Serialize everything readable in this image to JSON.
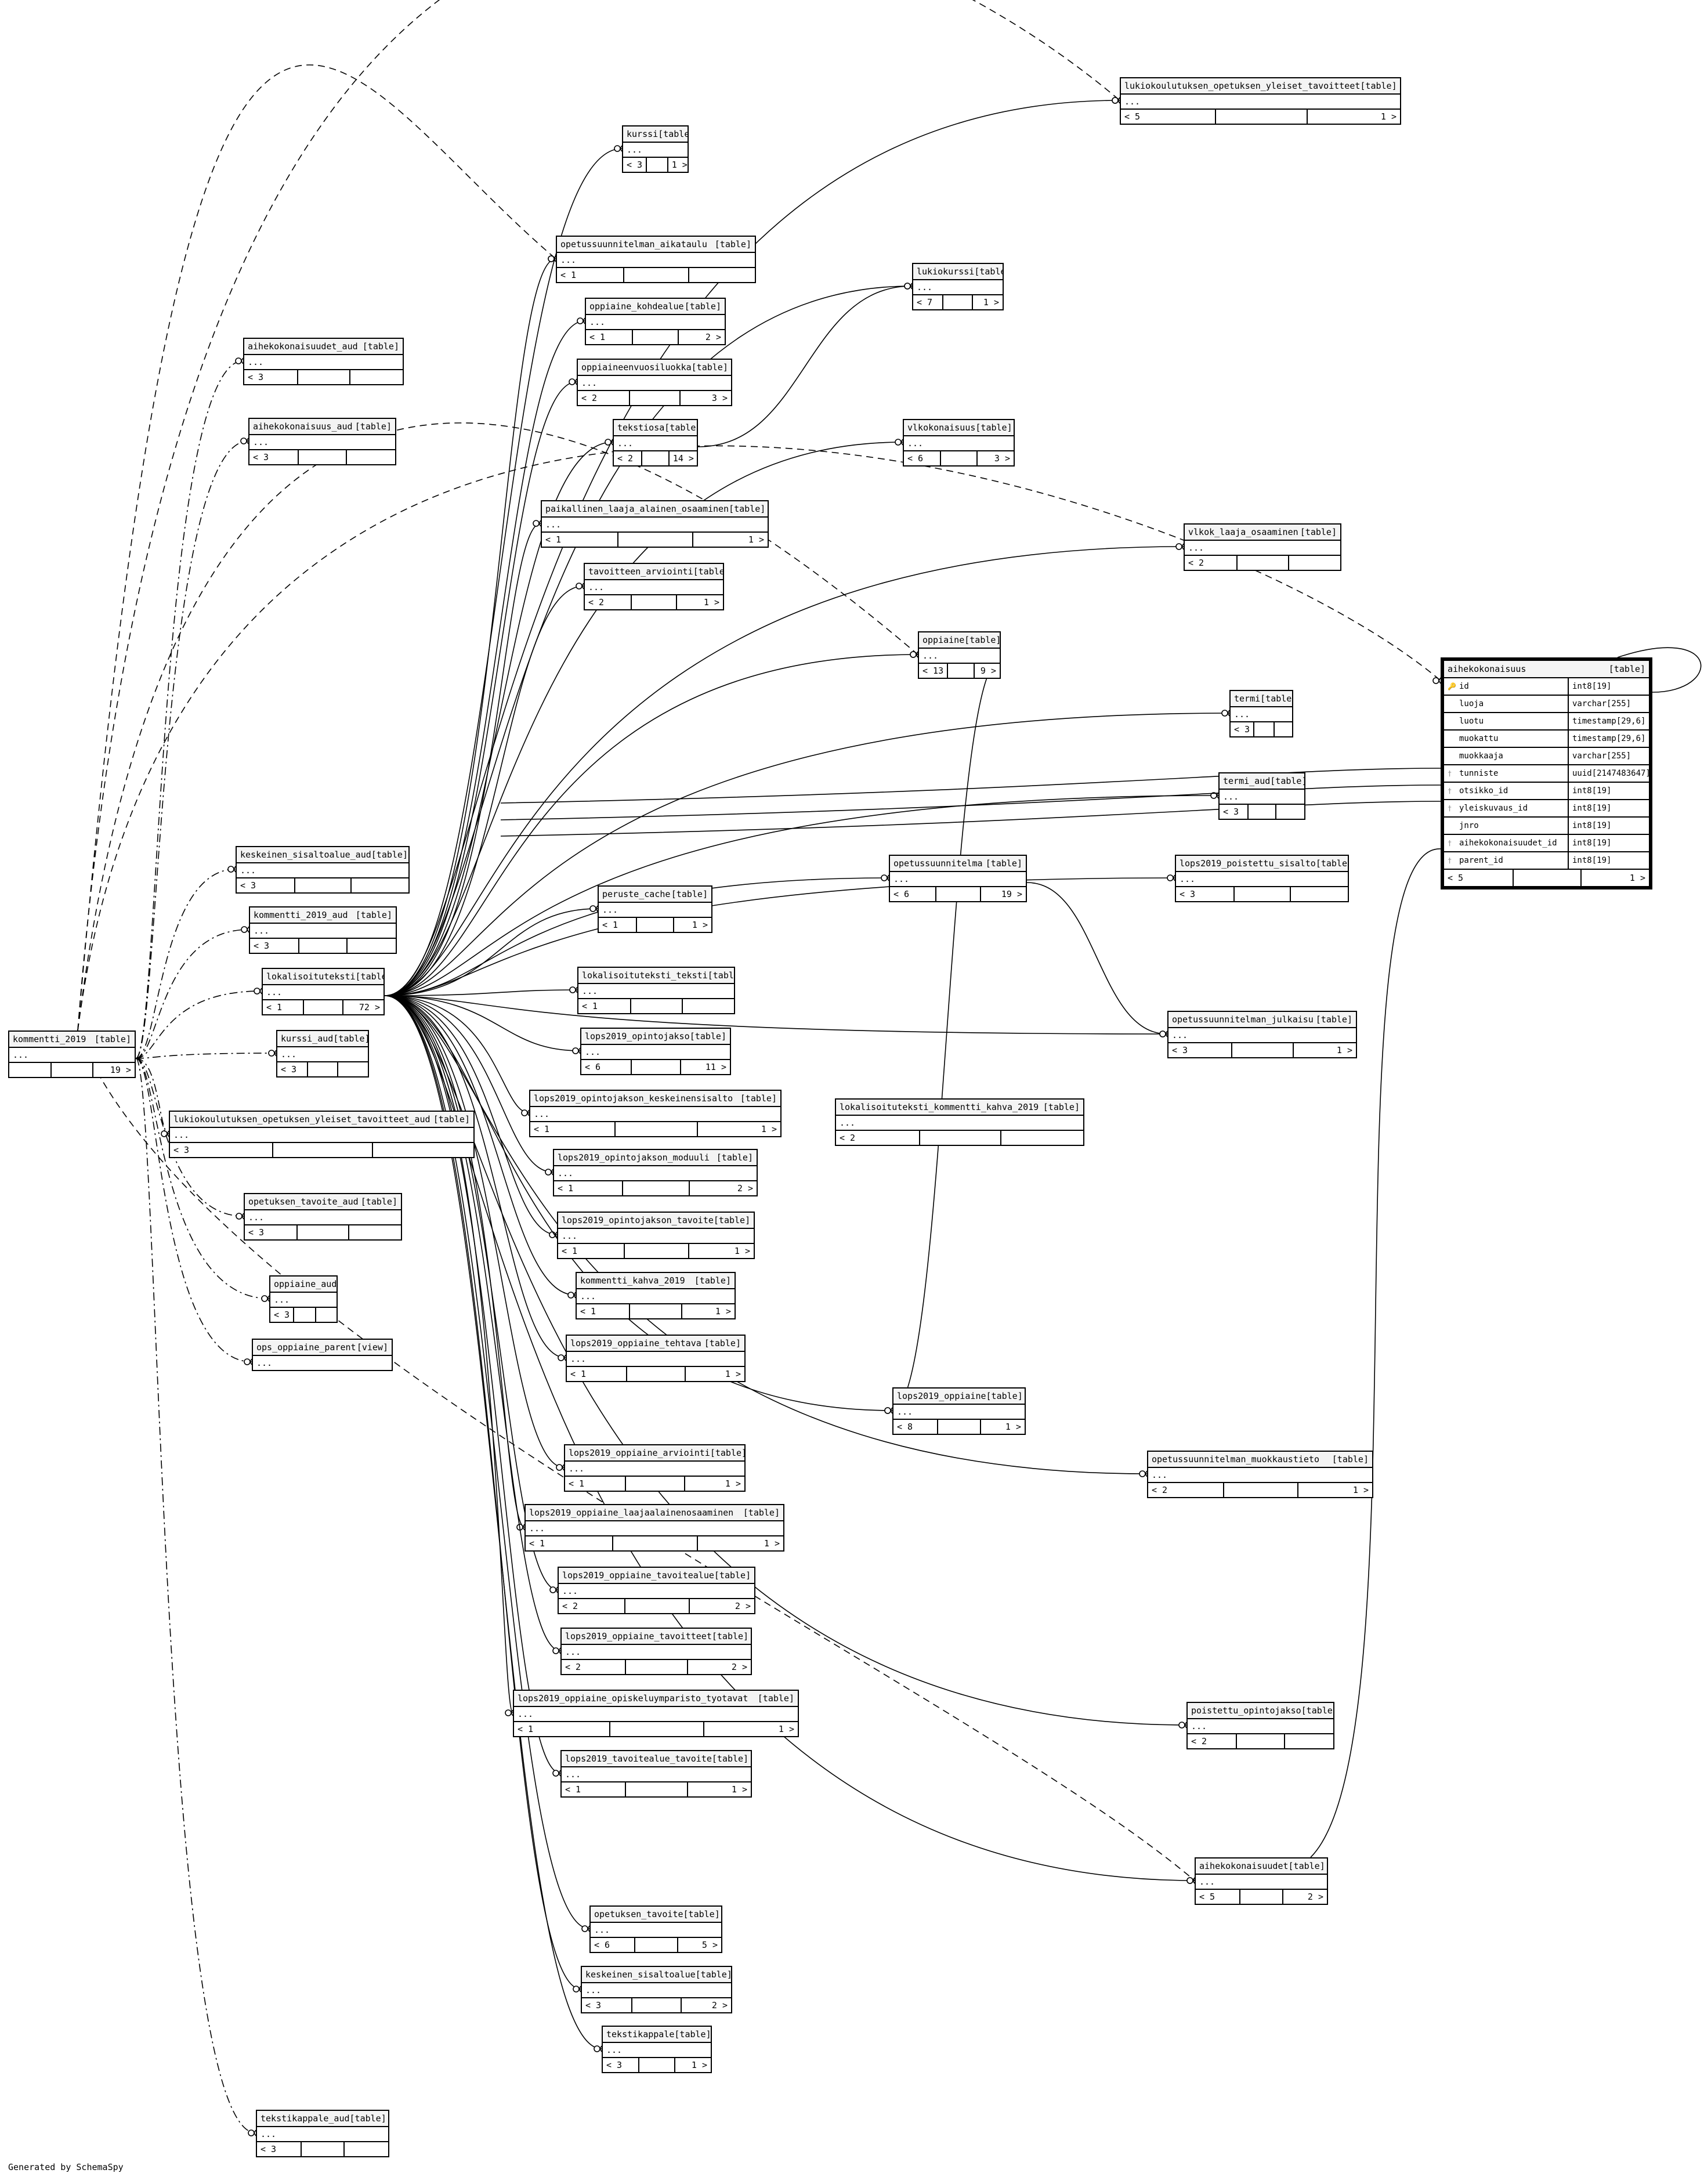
{
  "footer": "Generated by SchemaSpy",
  "focus": {
    "name": "aihekokonaisuus",
    "kind": "[table]",
    "columns": [
      {
        "name": "id",
        "type": "int8[19]",
        "key": "pk"
      },
      {
        "name": "luoja",
        "type": "varchar[255]",
        "key": ""
      },
      {
        "name": "luotu",
        "type": "timestamp[29,6]",
        "key": ""
      },
      {
        "name": "muokattu",
        "type": "timestamp[29,6]",
        "key": ""
      },
      {
        "name": "muokkaaja",
        "type": "varchar[255]",
        "key": ""
      },
      {
        "name": "tunniste",
        "type": "uuid[2147483647]",
        "key": "fk"
      },
      {
        "name": "otsikko_id",
        "type": "int8[19]",
        "key": "fk"
      },
      {
        "name": "yleiskuvaus_id",
        "type": "int8[19]",
        "key": "fk"
      },
      {
        "name": "jnro",
        "type": "int8[19]",
        "key": ""
      },
      {
        "name": "aihekokonaisuudet_id",
        "type": "int8[19]",
        "key": "fk"
      },
      {
        "name": "parent_id",
        "type": "int8[19]",
        "key": "fk"
      }
    ],
    "footer": [
      "< 5",
      "",
      "1 >"
    ]
  },
  "tables": [
    {
      "id": "lukio_yleiset",
      "name": "lukiokoulutuksen_opetuksen_yleiset_tavoitteet",
      "kind": "[table]",
      "f": [
        "< 5",
        "",
        "1 >"
      ]
    },
    {
      "id": "kurssi",
      "name": "kurssi",
      "kind": "[table]",
      "f": [
        "< 3",
        "",
        "1 >"
      ]
    },
    {
      "id": "ops_aikataulu",
      "name": "opetussuunnitelman_aikataulu",
      "kind": "[table]",
      "f": [
        "< 1",
        "",
        ""
      ]
    },
    {
      "id": "lukiokurssi",
      "name": "lukiokurssi",
      "kind": "[table]",
      "f": [
        "< 7",
        "",
        "1 >"
      ]
    },
    {
      "id": "oppiaine_kohdealue",
      "name": "oppiaine_kohdealue",
      "kind": "[table]",
      "f": [
        "< 1",
        "",
        "2 >"
      ]
    },
    {
      "id": "aihekok_aud",
      "name": "aihekokonaisuudet_aud",
      "kind": "[table]",
      "f": [
        "< 3",
        "",
        ""
      ]
    },
    {
      "id": "oppiaineenvuosiluokka",
      "name": "oppiaineenvuosiluokka",
      "kind": "[table]",
      "f": [
        "< 2",
        "",
        "3 >"
      ]
    },
    {
      "id": "aihekoks_aud",
      "name": "aihekokonaisuus_aud",
      "kind": "[table]",
      "f": [
        "< 3",
        "",
        ""
      ]
    },
    {
      "id": "tekstiosa",
      "name": "tekstiosa",
      "kind": "[table]",
      "f": [
        "< 2",
        "",
        "14 >"
      ]
    },
    {
      "id": "vlkokonaisuus",
      "name": "vlkokonaisuus",
      "kind": "[table]",
      "f": [
        "< 6",
        "",
        "3 >"
      ]
    },
    {
      "id": "paikallinen",
      "name": "paikallinen_laaja_alainen_osaaminen",
      "kind": "[table]",
      "f": [
        "< 1",
        "",
        "1 >"
      ]
    },
    {
      "id": "vlkok_laaja",
      "name": "vlkok_laaja_osaaminen",
      "kind": "[table]",
      "f": [
        "< 2",
        "",
        ""
      ]
    },
    {
      "id": "tavoitteen_arviointi",
      "name": "tavoitteen_arviointi",
      "kind": "[table]",
      "f": [
        "< 2",
        "",
        "1 >"
      ]
    },
    {
      "id": "oppiaine",
      "name": "oppiaine",
      "kind": "[table]",
      "f": [
        "< 13",
        "",
        "9 >"
      ]
    },
    {
      "id": "termi",
      "name": "termi",
      "kind": "[table]",
      "f": [
        "< 3",
        "",
        ""
      ]
    },
    {
      "id": "termi_aud",
      "name": "termi_aud",
      "kind": "[table]",
      "f": [
        "< 3",
        "",
        ""
      ]
    },
    {
      "id": "keskeinen_aud",
      "name": "keskeinen_sisaltoalue_aud",
      "kind": "[table]",
      "f": [
        "< 3",
        "",
        ""
      ]
    },
    {
      "id": "opetussuunnitelma",
      "name": "opetussuunnitelma",
      "kind": "[table]",
      "f": [
        "< 6",
        "",
        "19 >"
      ]
    },
    {
      "id": "lops_poistettu",
      "name": "lops2019_poistettu_sisalto",
      "kind": "[table]",
      "f": [
        "< 3",
        "",
        ""
      ]
    },
    {
      "id": "peruste_cache",
      "name": "peruste_cache",
      "kind": "[table]",
      "f": [
        "< 1",
        "",
        "1 >"
      ]
    },
    {
      "id": "kommentti_aud",
      "name": "kommentti_2019_aud",
      "kind": "[table]",
      "f": [
        "< 3",
        "",
        ""
      ]
    },
    {
      "id": "lokalisoituteksti",
      "name": "lokalisoituteksti",
      "kind": "[table]",
      "f": [
        "< 1",
        "",
        "72 >"
      ]
    },
    {
      "id": "lok_teksti",
      "name": "lokalisoituteksti_teksti",
      "kind": "[table]",
      "f": [
        "< 1",
        "",
        ""
      ]
    },
    {
      "id": "ops_julkaisu",
      "name": "opetussuunnitelman_julkaisu",
      "kind": "[table]",
      "f": [
        "< 3",
        "",
        "1 >"
      ]
    },
    {
      "id": "kommentti",
      "name": "kommentti_2019",
      "kind": "[table]",
      "f": [
        "",
        "",
        "19 >"
      ]
    },
    {
      "id": "kurssi_aud",
      "name": "kurssi_aud",
      "kind": "[table]",
      "f": [
        "< 3",
        "",
        ""
      ]
    },
    {
      "id": "lops_opintojakso",
      "name": "lops2019_opintojakso",
      "kind": "[table]",
      "f": [
        "< 6",
        "",
        "11 >"
      ]
    },
    {
      "id": "lops_oj_keskeinen",
      "name": "lops2019_opintojakson_keskeinensisalto",
      "kind": "[table]",
      "f": [
        "< 1",
        "",
        "1 >"
      ]
    },
    {
      "id": "lok_kommentti",
      "name": "lokalisoituteksti_kommentti_kahva_2019",
      "kind": "[table]",
      "f": [
        "< 2",
        "",
        ""
      ]
    },
    {
      "id": "lukio_yleiset_aud",
      "name": "lukiokoulutuksen_opetuksen_yleiset_tavoitteet_aud",
      "kind": "[table]",
      "f": [
        "< 3",
        "",
        ""
      ]
    },
    {
      "id": "lops_oj_moduuli",
      "name": "lops2019_opintojakson_moduuli",
      "kind": "[table]",
      "f": [
        "< 1",
        "",
        "2 >"
      ]
    },
    {
      "id": "opetuksen_tavoite_aud",
      "name": "opetuksen_tavoite_aud",
      "kind": "[table]",
      "f": [
        "< 3",
        "",
        ""
      ]
    },
    {
      "id": "lops_oj_tavoite",
      "name": "lops2019_opintojakson_tavoite",
      "kind": "[table]",
      "f": [
        "< 1",
        "",
        "1 >"
      ]
    },
    {
      "id": "kommentti_kahva",
      "name": "kommentti_kahva_2019",
      "kind": "[table]",
      "f": [
        "< 1",
        "",
        "1 >"
      ]
    },
    {
      "id": "oppiaine_aud",
      "name": "oppiaine_aud",
      "kind": "[table]",
      "f": [
        "< 3",
        "",
        ""
      ]
    },
    {
      "id": "ops_oppiaine_parent",
      "name": "ops_oppiaine_parent",
      "kind": "[view]",
      "f": null
    },
    {
      "id": "lops_op_tehtava",
      "name": "lops2019_oppiaine_tehtava",
      "kind": "[table]",
      "f": [
        "< 1",
        "",
        "1 >"
      ]
    },
    {
      "id": "lops_oppiaine",
      "name": "lops2019_oppiaine",
      "kind": "[table]",
      "f": [
        "< 8",
        "",
        "1 >"
      ]
    },
    {
      "id": "lops_op_arviointi",
      "name": "lops2019_oppiaine_arviointi",
      "kind": "[table]",
      "f": [
        "< 1",
        "",
        "1 >"
      ]
    },
    {
      "id": "ops_muokkaustieto",
      "name": "opetussuunnitelman_muokkaustieto",
      "kind": "[table]",
      "f": [
        "< 2",
        "",
        "1 >"
      ]
    },
    {
      "id": "lops_op_laaja",
      "name": "lops2019_oppiaine_laajaalainenosaaminen",
      "kind": "[table]",
      "f": [
        "< 1",
        "",
        "1 >"
      ]
    },
    {
      "id": "lops_op_tavoitealue",
      "name": "lops2019_oppiaine_tavoitealue",
      "kind": "[table]",
      "f": [
        "< 2",
        "",
        "2 >"
      ]
    },
    {
      "id": "lops_op_tavoitteet",
      "name": "lops2019_oppiaine_tavoitteet",
      "kind": "[table]",
      "f": [
        "< 2",
        "",
        "2 >"
      ]
    },
    {
      "id": "lops_op_opiskelu",
      "name": "lops2019_oppiaine_opiskeluymparisto_tyotavat",
      "kind": "[table]",
      "f": [
        "< 1",
        "",
        "1 >"
      ]
    },
    {
      "id": "poistettu_oj",
      "name": "poistettu_opintojakso",
      "kind": "[table]",
      "f": [
        "< 2",
        "",
        ""
      ]
    },
    {
      "id": "lops_tav_tavoite",
      "name": "lops2019_tavoitealue_tavoite",
      "kind": "[table]",
      "f": [
        "< 1",
        "",
        "1 >"
      ]
    },
    {
      "id": "aihekokonaisuudet",
      "name": "aihekokonaisuudet",
      "kind": "[table]",
      "f": [
        "< 5",
        "",
        "2 >"
      ]
    },
    {
      "id": "opetuksen_tavoite",
      "name": "opetuksen_tavoite",
      "kind": "[table]",
      "f": [
        "< 6",
        "",
        "5 >"
      ]
    },
    {
      "id": "keskeinen",
      "name": "keskeinen_sisaltoalue",
      "kind": "[table]",
      "f": [
        "< 3",
        "",
        "2 >"
      ]
    },
    {
      "id": "tekstikappale",
      "name": "tekstikappale",
      "kind": "[table]",
      "f": [
        "< 3",
        "",
        "1 >"
      ]
    },
    {
      "id": "tekstikappale_aud",
      "name": "tekstikappale_aud",
      "kind": "[table]",
      "f": [
        "< 3",
        "",
        ""
      ]
    }
  ]
}
